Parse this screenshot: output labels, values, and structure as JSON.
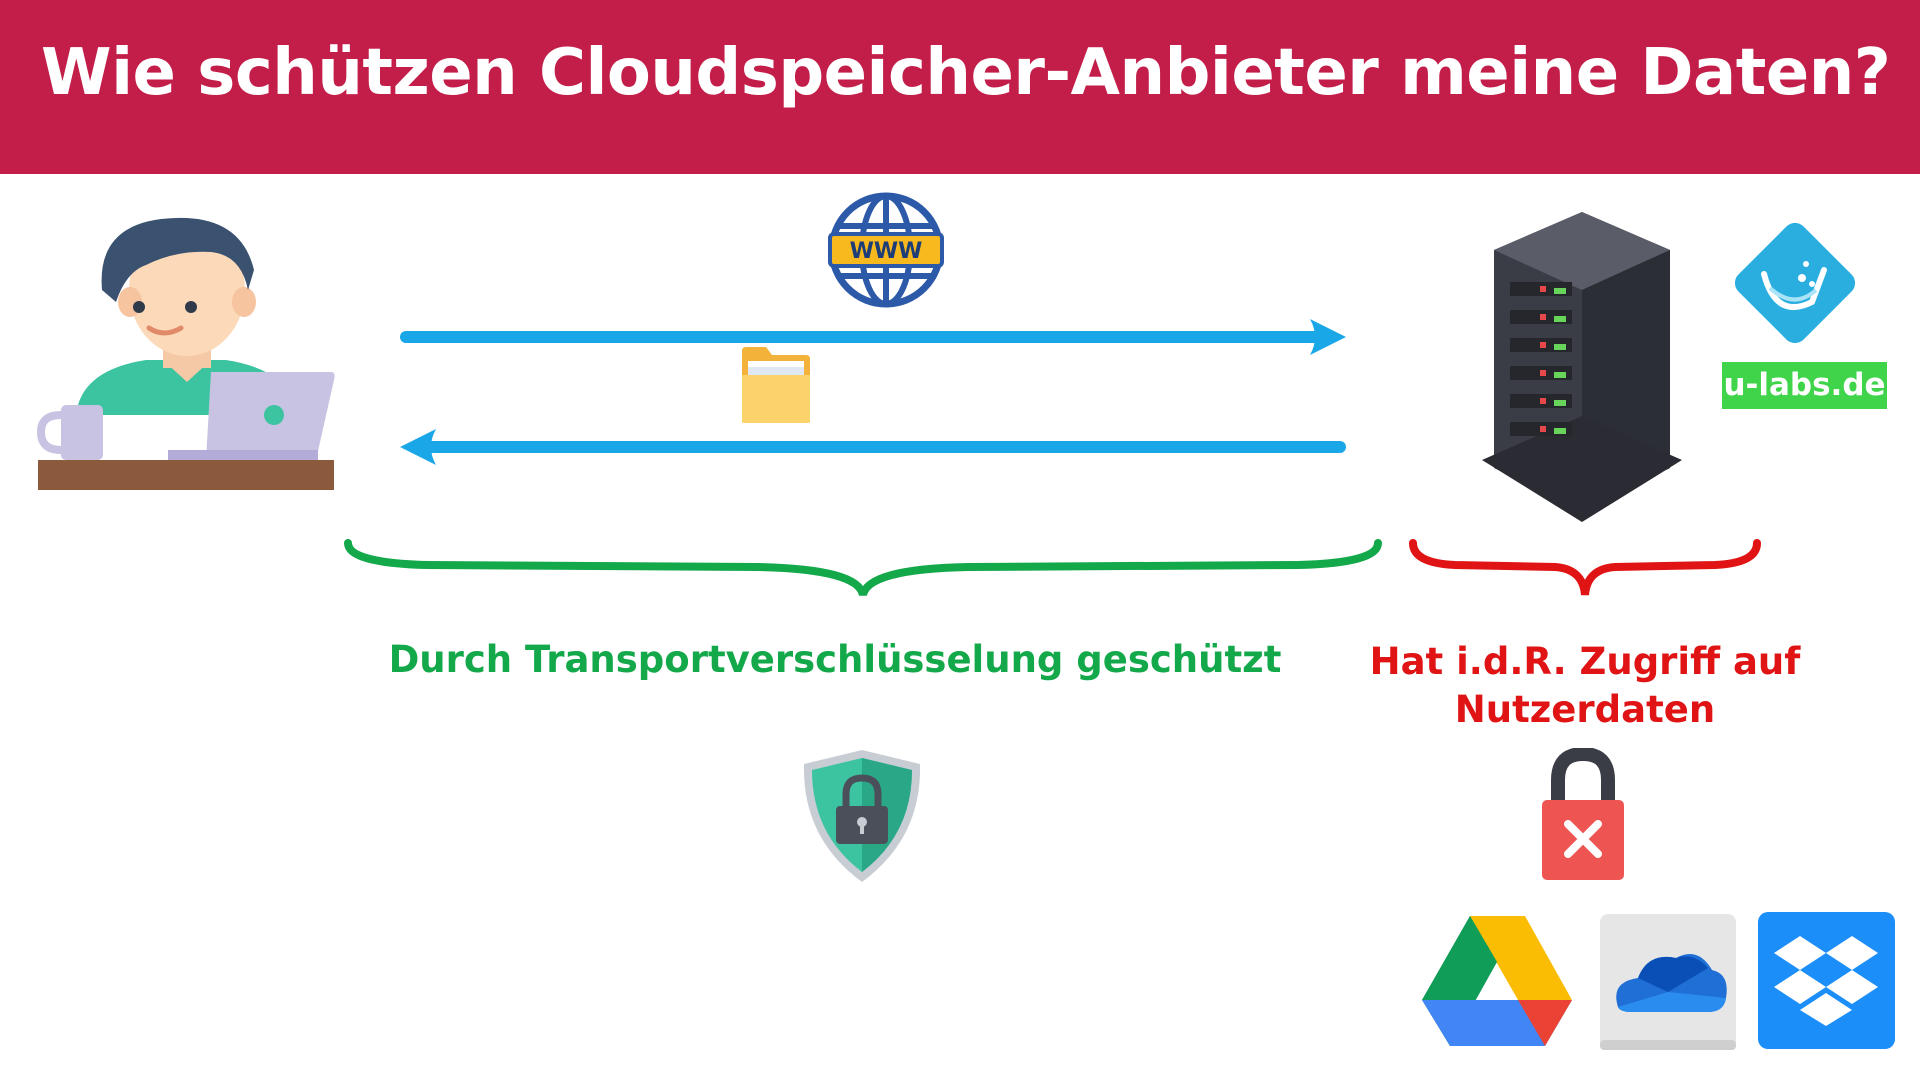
{
  "header": {
    "title": "Wie schützen Cloudspeicher-Anbieter meine Daten?"
  },
  "labels": {
    "transport": "Durch Transportverschlüsselung geschützt",
    "provider_line1": "Hat i.d.R. Zugriff auf",
    "provider_line2": "Nutzerdaten",
    "brand": "u-labs.de",
    "www": "WWW"
  },
  "colors": {
    "header_bg": "#c31d4a",
    "arrow": "#1aa7e8",
    "green": "#13a84a",
    "red": "#e01414",
    "brand_green": "#3fd44a"
  },
  "icons": [
    "user-at-laptop-icon",
    "globe-www-icon",
    "folder-icon",
    "server-icon",
    "u-labs-logo-icon",
    "shield-lock-icon",
    "broken-lock-icon",
    "google-drive-icon",
    "onedrive-icon",
    "dropbox-icon"
  ]
}
